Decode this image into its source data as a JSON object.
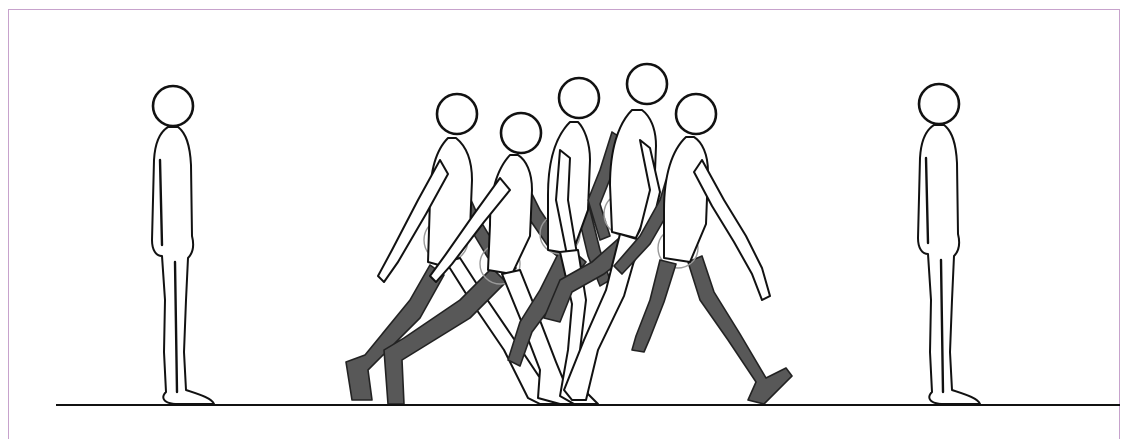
{
  "figure": {
    "description_visible_text": "",
    "colors": {
      "frame_border": "#c7a2cc",
      "outline": "#111111",
      "far_limb_fill": "#585858",
      "background": "#ffffff"
    },
    "figures": [
      {
        "role": "start-pose",
        "pose": "standing"
      },
      {
        "role": "walk-frame-1",
        "pose": "contact"
      },
      {
        "role": "walk-frame-2",
        "pose": "down"
      },
      {
        "role": "walk-frame-3",
        "pose": "passing"
      },
      {
        "role": "walk-frame-4",
        "pose": "up"
      },
      {
        "role": "walk-frame-5",
        "pose": "contact"
      },
      {
        "role": "end-pose",
        "pose": "standing"
      }
    ]
  }
}
